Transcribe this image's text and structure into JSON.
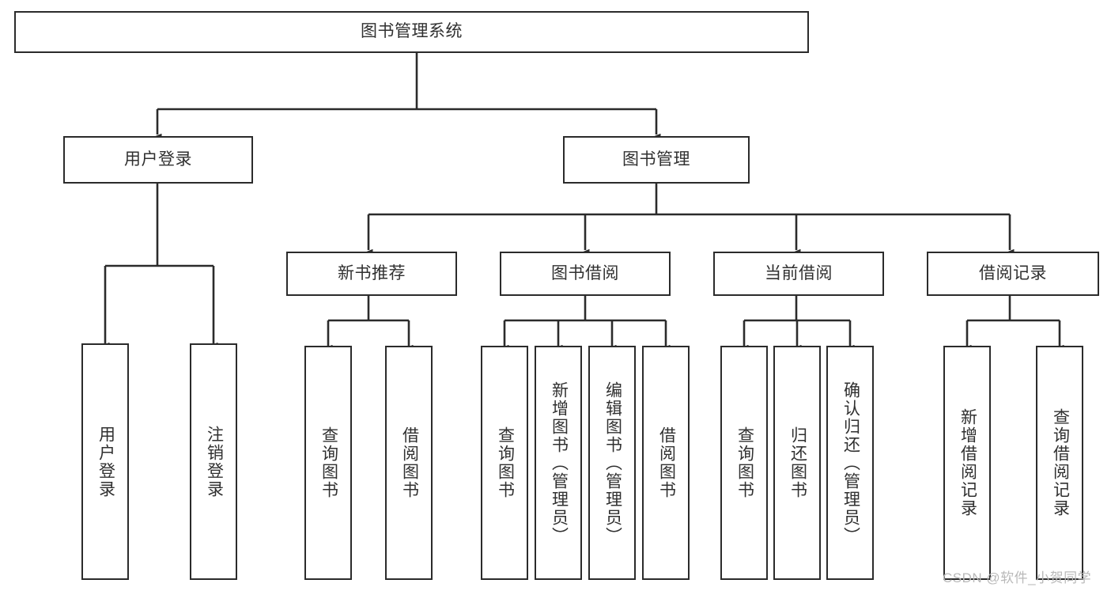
{
  "diagram": {
    "title": "图书管理系统",
    "root": {
      "id": "root",
      "label": "图书管理系统"
    },
    "level2": [
      {
        "id": "user-login",
        "label": "用户登录"
      },
      {
        "id": "book-manage",
        "label": "图书管理"
      }
    ],
    "level3": [
      {
        "id": "new-book-recommend",
        "label": "新书推荐"
      },
      {
        "id": "book-borrow",
        "label": "图书借阅"
      },
      {
        "id": "current-borrow",
        "label": "当前借阅"
      },
      {
        "id": "borrow-record",
        "label": "借阅记录"
      }
    ],
    "leaves": {
      "user_login": [
        {
          "id": "leaf-user-login",
          "label": "用户登录"
        },
        {
          "id": "leaf-logout-login",
          "label": "注销登录"
        }
      ],
      "new_book_recommend": [
        {
          "id": "leaf-query-book-1",
          "label": "查询图书"
        },
        {
          "id": "leaf-borrow-book-1",
          "label": "借阅图书"
        }
      ],
      "book_borrow": [
        {
          "id": "leaf-query-book-2",
          "label": "查询图书"
        },
        {
          "id": "leaf-add-book",
          "label": "新增图书（管理员）"
        },
        {
          "id": "leaf-edit-book",
          "label": "编辑图书（管理员）"
        },
        {
          "id": "leaf-borrow-book-2",
          "label": "借阅图书"
        }
      ],
      "current_borrow": [
        {
          "id": "leaf-query-book-3",
          "label": "查询图书"
        },
        {
          "id": "leaf-return-book",
          "label": "归还图书"
        },
        {
          "id": "leaf-confirm-return",
          "label": "确认归还（管理员）"
        }
      ],
      "borrow_record": [
        {
          "id": "leaf-add-record",
          "label": "新增借阅记录"
        },
        {
          "id": "leaf-query-record",
          "label": "查询借阅记录"
        }
      ]
    }
  },
  "watermark": {
    "text": "CSDN @软件_小贺同学"
  },
  "colors": {
    "stroke": "#2b2b2b",
    "text": "#303030",
    "background": "#ffffff",
    "watermark": "#b9b9b9"
  }
}
